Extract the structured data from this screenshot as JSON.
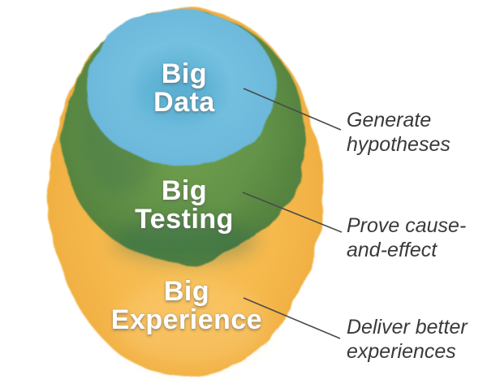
{
  "diagram": {
    "title": "Big Data / Big Testing / Big Experience nested diagram",
    "background_color": "#ffffff",
    "label_text_color": "#ffffff",
    "annotation_text_color": "#3a3a3c",
    "leader_line_color": "#4a4a4a",
    "rings": [
      {
        "name": "big-experience",
        "label": "Big\nExperience",
        "color": "#f5b84c",
        "annotation": "Deliver better\nexperiences"
      },
      {
        "name": "big-testing",
        "label": "Big\nTesting",
        "color": "#639347",
        "annotation": "Prove cause-\nand-effect"
      },
      {
        "name": "big-data",
        "label": "Big\nData",
        "color": "#74c0e0",
        "annotation": "Generate\nhypotheses"
      }
    ]
  }
}
